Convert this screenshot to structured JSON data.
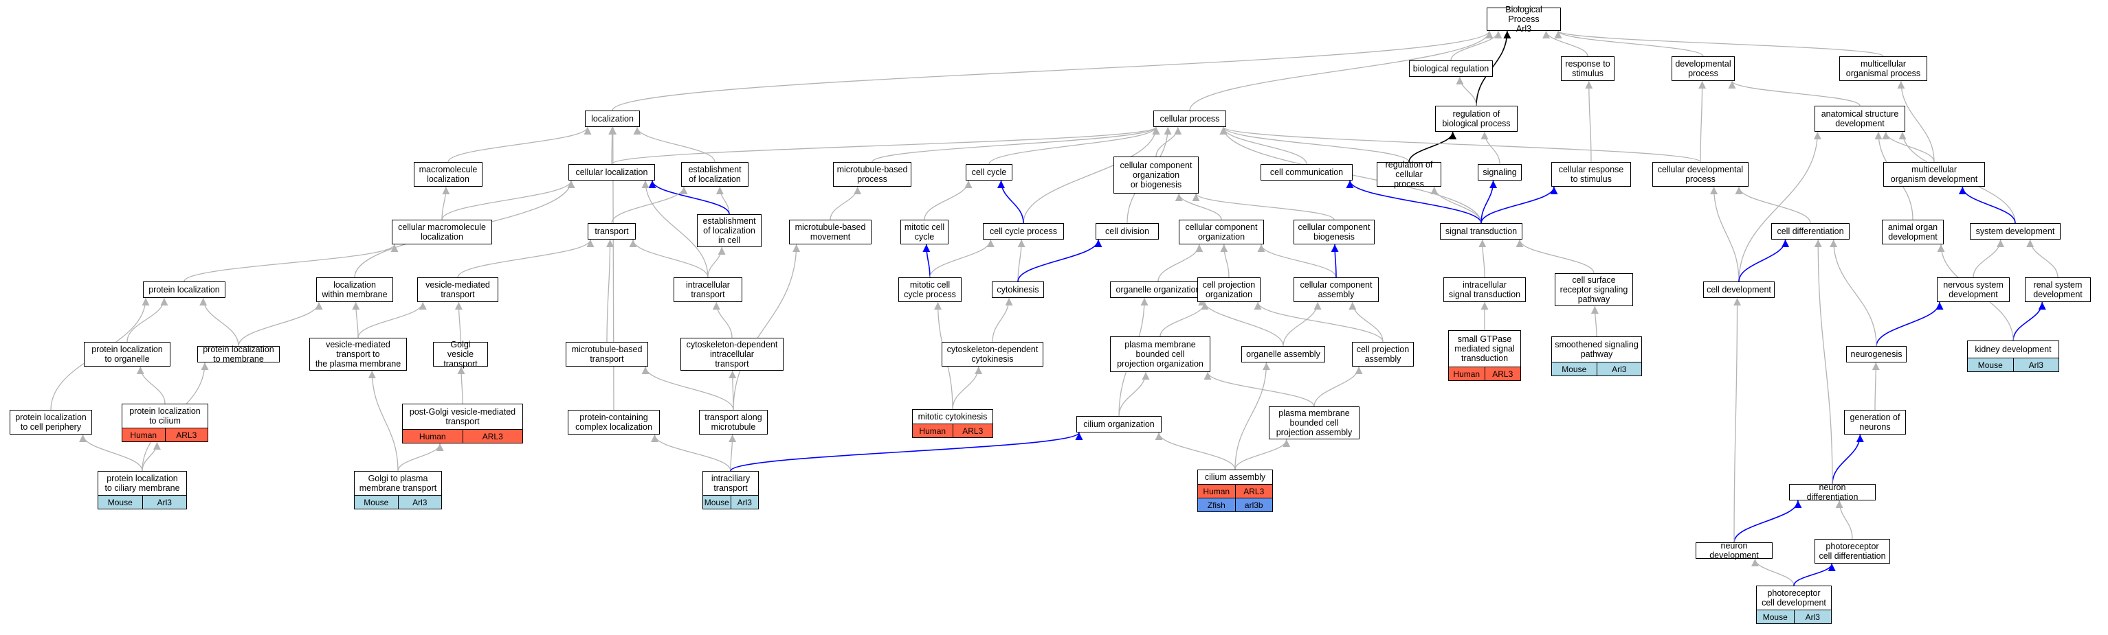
{
  "colors": {
    "gray_edge": "#b3b3b3",
    "black_edge": "#000000",
    "blue_edge": "#0000ff",
    "human": "#ff6347",
    "mouse": "#add8e6",
    "zfish": "#6495ed"
  },
  "nodes": [
    {
      "id": "bp",
      "label": "Biological Process\nArl3"
    },
    {
      "id": "breg",
      "label": "biological regulation"
    },
    {
      "id": "resp",
      "label": "response to\nstimulus"
    },
    {
      "id": "devp",
      "label": "developmental\nprocess"
    },
    {
      "id": "mop",
      "label": "multicellular\norganismal process"
    },
    {
      "id": "loc",
      "label": "localization"
    },
    {
      "id": "cp",
      "label": "cellular process"
    },
    {
      "id": "rbp",
      "label": "regulation of\nbiological process"
    },
    {
      "id": "asd",
      "label": "anatomical structure\ndevelopment"
    },
    {
      "id": "mml",
      "label": "macromolecule\nlocalization"
    },
    {
      "id": "cloc",
      "label": "cellular localization"
    },
    {
      "id": "eloc",
      "label": "establishment\nof localization"
    },
    {
      "id": "mbp",
      "label": "microtubule-based\nprocess"
    },
    {
      "id": "cc",
      "label": "cell cycle"
    },
    {
      "id": "ccob",
      "label": "cellular component\norganization\nor biogenesis"
    },
    {
      "id": "ccomm",
      "label": "cell communication"
    },
    {
      "id": "rcp",
      "label": "regulation of\ncellular process"
    },
    {
      "id": "sig",
      "label": "signaling"
    },
    {
      "id": "crs",
      "label": "cellular response\nto stimulus"
    },
    {
      "id": "cdp",
      "label": "cellular developmental\nprocess"
    },
    {
      "id": "mod",
      "label": "multicellular\norganism development"
    },
    {
      "id": "cml",
      "label": "cellular macromolecule\nlocalization"
    },
    {
      "id": "elic",
      "label": "establishment\nof localization\nin cell"
    },
    {
      "id": "mbm",
      "label": "microtubule-based\nmovement"
    },
    {
      "id": "mcc",
      "label": "mitotic cell\ncycle"
    },
    {
      "id": "ccp",
      "label": "cell cycle process"
    },
    {
      "id": "cdiv",
      "label": "cell division"
    },
    {
      "id": "cco",
      "label": "cellular component\norganization"
    },
    {
      "id": "ccb",
      "label": "cellular component\nbiogenesis"
    },
    {
      "id": "st",
      "label": "signal transduction"
    },
    {
      "id": "cdiff",
      "label": "cell differentiation"
    },
    {
      "id": "aod",
      "label": "animal organ\ndevelopment"
    },
    {
      "id": "sysd",
      "label": "system development"
    },
    {
      "id": "tran",
      "label": "transport"
    },
    {
      "id": "ploc",
      "label": "protein localization"
    },
    {
      "id": "lwm",
      "label": "localization\nwithin membrane"
    },
    {
      "id": "vmt",
      "label": "vesicle-mediated\ntransport"
    },
    {
      "id": "it",
      "label": "intracellular\ntransport"
    },
    {
      "id": "mccp",
      "label": "mitotic cell\ncycle process"
    },
    {
      "id": "cytk",
      "label": "cytokinesis"
    },
    {
      "id": "oo",
      "label": "organelle organization"
    },
    {
      "id": "cpo",
      "label": "cell projection\norganization"
    },
    {
      "id": "cca",
      "label": "cellular component\nassembly"
    },
    {
      "id": "ist",
      "label": "intracellular\nsignal transduction"
    },
    {
      "id": "csrs",
      "label": "cell surface\nreceptor signaling\npathway"
    },
    {
      "id": "celld",
      "label": "cell development"
    },
    {
      "id": "nsd",
      "label": "nervous system\ndevelopment"
    },
    {
      "id": "rsd",
      "label": "renal system\ndevelopment"
    },
    {
      "id": "plo",
      "label": "protein localization\nto organelle"
    },
    {
      "id": "plm",
      "label": "protein localization\nto membrane"
    },
    {
      "id": "vmtpm",
      "label": "vesicle-mediated\ntransport to\nthe plasma membrane"
    },
    {
      "id": "gvt",
      "label": "Golgi vesicle\ntransport"
    },
    {
      "id": "mbt",
      "label": "microtubule-based\ntransport"
    },
    {
      "id": "cdit",
      "label": "cytoskeleton-dependent\nintracellular\ntransport"
    },
    {
      "id": "cdc",
      "label": "cytoskeleton-dependent\ncytokinesis"
    },
    {
      "id": "pmbcpo",
      "label": "plasma membrane\nbounded cell\nprojection organization"
    },
    {
      "id": "oa",
      "label": "organelle assembly"
    },
    {
      "id": "cpa",
      "label": "cell projection\nassembly"
    },
    {
      "id": "sgtp",
      "label": "small GTPase\nmediated signal\ntransduction",
      "anno": [
        [
          "Human",
          "ARL3"
        ]
      ]
    },
    {
      "id": "shh",
      "label": "smoothened signaling\npathway",
      "anno": [
        [
          "Mouse",
          "Arl3"
        ]
      ]
    },
    {
      "id": "kd",
      "label": "kidney development",
      "anno": [
        [
          "Mouse",
          "Arl3"
        ]
      ]
    },
    {
      "id": "ng",
      "label": "neurogenesis"
    },
    {
      "id": "plcp",
      "label": "protein localization\nto cell periphery"
    },
    {
      "id": "plcil",
      "label": "protein localization\nto cilium",
      "anno": [
        [
          "Human",
          "ARL3"
        ]
      ]
    },
    {
      "id": "pgvt",
      "label": "post-Golgi vesicle-mediated\ntransport",
      "anno": [
        [
          "Human",
          "ARL3"
        ]
      ]
    },
    {
      "id": "pccl",
      "label": "protein-containing\ncomplex localization"
    },
    {
      "id": "talm",
      "label": "transport along\nmicrotubule"
    },
    {
      "id": "mcyt",
      "label": "mitotic cytokinesis",
      "anno": [
        [
          "Human",
          "ARL3"
        ]
      ]
    },
    {
      "id": "co",
      "label": "cilium organization"
    },
    {
      "id": "pmbcpa",
      "label": "plasma membrane\nbounded cell\nprojection assembly"
    },
    {
      "id": "gon",
      "label": "generation of\nneurons"
    },
    {
      "id": "plcm",
      "label": "protein localization\nto ciliary membrane",
      "anno": [
        [
          "Mouse",
          "Arl3"
        ]
      ]
    },
    {
      "id": "gpmt",
      "label": "Golgi to plasma\nmembrane transport",
      "anno": [
        [
          "Mouse",
          "Arl3"
        ]
      ]
    },
    {
      "id": "ift",
      "label": "intraciliary\ntransport",
      "anno": [
        [
          "Mouse",
          "Arl3"
        ]
      ]
    },
    {
      "id": "ca",
      "label": "cilium assembly",
      "anno": [
        [
          "Human",
          "ARL3"
        ],
        [
          "Zfish",
          "arl3b"
        ]
      ]
    },
    {
      "id": "nd",
      "label": "neuron differentiation"
    },
    {
      "id": "ndev",
      "label": "neuron development"
    },
    {
      "id": "pcd",
      "label": "photoreceptor\ncell differentiation"
    },
    {
      "id": "pcdev",
      "label": "photoreceptor\ncell development",
      "anno": [
        [
          "Mouse",
          "Arl3"
        ]
      ]
    }
  ],
  "edges": [
    [
      "breg",
      "bp",
      "gray"
    ],
    [
      "resp",
      "bp",
      "gray"
    ],
    [
      "devp",
      "bp",
      "gray"
    ],
    [
      "mop",
      "bp",
      "gray"
    ],
    [
      "loc",
      "bp",
      "gray"
    ],
    [
      "cp",
      "bp",
      "gray"
    ],
    [
      "rbp",
      "bp",
      "black"
    ],
    [
      "rbp",
      "breg",
      "gray"
    ],
    [
      "asd",
      "devp",
      "gray"
    ],
    [
      "mod",
      "mop",
      "gray"
    ],
    [
      "mod",
      "asd",
      "gray"
    ],
    [
      "mml",
      "loc",
      "gray"
    ],
    [
      "cloc",
      "loc",
      "gray"
    ],
    [
      "eloc",
      "loc",
      "gray"
    ],
    [
      "pccl",
      "loc",
      "gray"
    ],
    [
      "cloc",
      "cp",
      "gray"
    ],
    [
      "mbp",
      "cp",
      "gray"
    ],
    [
      "cc",
      "cp",
      "gray"
    ],
    [
      "ccob",
      "cp",
      "gray"
    ],
    [
      "ccomm",
      "cp",
      "gray"
    ],
    [
      "rcp",
      "cp",
      "gray"
    ],
    [
      "rcp",
      "rbp",
      "black"
    ],
    [
      "cdp",
      "cp",
      "gray"
    ],
    [
      "cdp",
      "devp",
      "gray"
    ],
    [
      "sig",
      "rbp",
      "gray"
    ],
    [
      "crs",
      "resp",
      "gray"
    ],
    [
      "ccp",
      "cp",
      "gray"
    ],
    [
      "cdiv",
      "cp",
      "gray"
    ],
    [
      "st",
      "cp",
      "gray"
    ],
    [
      "cml",
      "mml",
      "gray"
    ],
    [
      "cml",
      "cloc",
      "gray"
    ],
    [
      "elic",
      "eloc",
      "gray"
    ],
    [
      "elic",
      "cloc",
      "blue"
    ],
    [
      "mbm",
      "mbp",
      "gray"
    ],
    [
      "mcc",
      "cc",
      "gray"
    ],
    [
      "ccp",
      "cc",
      "blue"
    ],
    [
      "mccp",
      "mcc",
      "blue"
    ],
    [
      "mccp",
      "ccp",
      "gray"
    ],
    [
      "cytk",
      "ccp",
      "gray"
    ],
    [
      "cytk",
      "cdiv",
      "blue"
    ],
    [
      "cco",
      "ccob",
      "gray"
    ],
    [
      "ccb",
      "ccob",
      "gray"
    ],
    [
      "st",
      "ccomm",
      "blue"
    ],
    [
      "st",
      "rcp",
      "gray"
    ],
    [
      "st",
      "sig",
      "blue"
    ],
    [
      "st",
      "crs",
      "blue"
    ],
    [
      "cdiff",
      "cdp",
      "gray"
    ],
    [
      "celld",
      "cdp",
      "gray"
    ],
    [
      "celld",
      "asd",
      "gray"
    ],
    [
      "celld",
      "cdiff",
      "blue"
    ],
    [
      "aod",
      "asd",
      "gray"
    ],
    [
      "sysd",
      "asd",
      "gray"
    ],
    [
      "sysd",
      "mod",
      "blue"
    ],
    [
      "tran",
      "eloc",
      "gray"
    ],
    [
      "ploc",
      "cml",
      "gray"
    ],
    [
      "lwm",
      "cloc",
      "gray"
    ],
    [
      "vmt",
      "tran",
      "gray"
    ],
    [
      "it",
      "elic",
      "gray"
    ],
    [
      "it",
      "tran",
      "gray"
    ],
    [
      "it",
      "cloc",
      "gray"
    ],
    [
      "oo",
      "cco",
      "gray"
    ],
    [
      "cpo",
      "cco",
      "gray"
    ],
    [
      "cca",
      "cco",
      "gray"
    ],
    [
      "cca",
      "ccb",
      "blue"
    ],
    [
      "ist",
      "st",
      "gray"
    ],
    [
      "csrs",
      "st",
      "gray"
    ],
    [
      "nsd",
      "sysd",
      "gray"
    ],
    [
      "rsd",
      "sysd",
      "gray"
    ],
    [
      "plo",
      "ploc",
      "gray"
    ],
    [
      "plm",
      "ploc",
      "gray"
    ],
    [
      "plm",
      "lwm",
      "gray"
    ],
    [
      "vmtpm",
      "vmt",
      "gray"
    ],
    [
      "vmtpm",
      "lwm",
      "gray"
    ],
    [
      "gvt",
      "vmt",
      "gray"
    ],
    [
      "mbt",
      "tran",
      "gray"
    ],
    [
      "cdit",
      "it",
      "gray"
    ],
    [
      "cdc",
      "cytk",
      "gray"
    ],
    [
      "pmbcpo",
      "cpo",
      "gray"
    ],
    [
      "oa",
      "oo",
      "gray"
    ],
    [
      "oa",
      "cca",
      "gray"
    ],
    [
      "cpa",
      "cca",
      "gray"
    ],
    [
      "cpa",
      "cpo",
      "gray"
    ],
    [
      "sgtp",
      "ist",
      "gray"
    ],
    [
      "shh",
      "csrs",
      "gray"
    ],
    [
      "kd",
      "rsd",
      "blue"
    ],
    [
      "kd",
      "aod",
      "gray"
    ],
    [
      "ng",
      "nsd",
      "blue"
    ],
    [
      "ng",
      "cdiff",
      "gray"
    ],
    [
      "plcp",
      "ploc",
      "gray"
    ],
    [
      "plcil",
      "plo",
      "gray"
    ],
    [
      "pgvt",
      "gvt",
      "gray"
    ],
    [
      "talm",
      "mbt",
      "gray"
    ],
    [
      "talm",
      "cdit",
      "gray"
    ],
    [
      "talm",
      "mbm",
      "gray"
    ],
    [
      "mcyt",
      "mccp",
      "gray"
    ],
    [
      "mcyt",
      "cdc",
      "gray"
    ],
    [
      "co",
      "oo",
      "gray"
    ],
    [
      "co",
      "pmbcpo",
      "gray"
    ],
    [
      "pmbcpa",
      "cpa",
      "gray"
    ],
    [
      "pmbcpa",
      "pmbcpo",
      "gray"
    ],
    [
      "gon",
      "ng",
      "gray"
    ],
    [
      "plcm",
      "plcp",
      "gray"
    ],
    [
      "plcm",
      "plcil",
      "gray"
    ],
    [
      "plcm",
      "plm",
      "gray"
    ],
    [
      "gpmt",
      "vmtpm",
      "gray"
    ],
    [
      "gpmt",
      "pgvt",
      "gray"
    ],
    [
      "ift",
      "talm",
      "gray"
    ],
    [
      "ift",
      "pccl",
      "gray"
    ],
    [
      "ift",
      "co",
      "blue"
    ],
    [
      "ca",
      "oa",
      "gray"
    ],
    [
      "ca",
      "co",
      "gray"
    ],
    [
      "ca",
      "pmbcpa",
      "gray"
    ],
    [
      "nd",
      "gon",
      "blue"
    ],
    [
      "nd",
      "cdiff",
      "gray"
    ],
    [
      "ndev",
      "nd",
      "blue"
    ],
    [
      "ndev",
      "celld",
      "gray"
    ],
    [
      "pcd",
      "nd",
      "gray"
    ],
    [
      "pcdev",
      "ndev",
      "gray"
    ],
    [
      "pcdev",
      "pcd",
      "blue"
    ]
  ]
}
